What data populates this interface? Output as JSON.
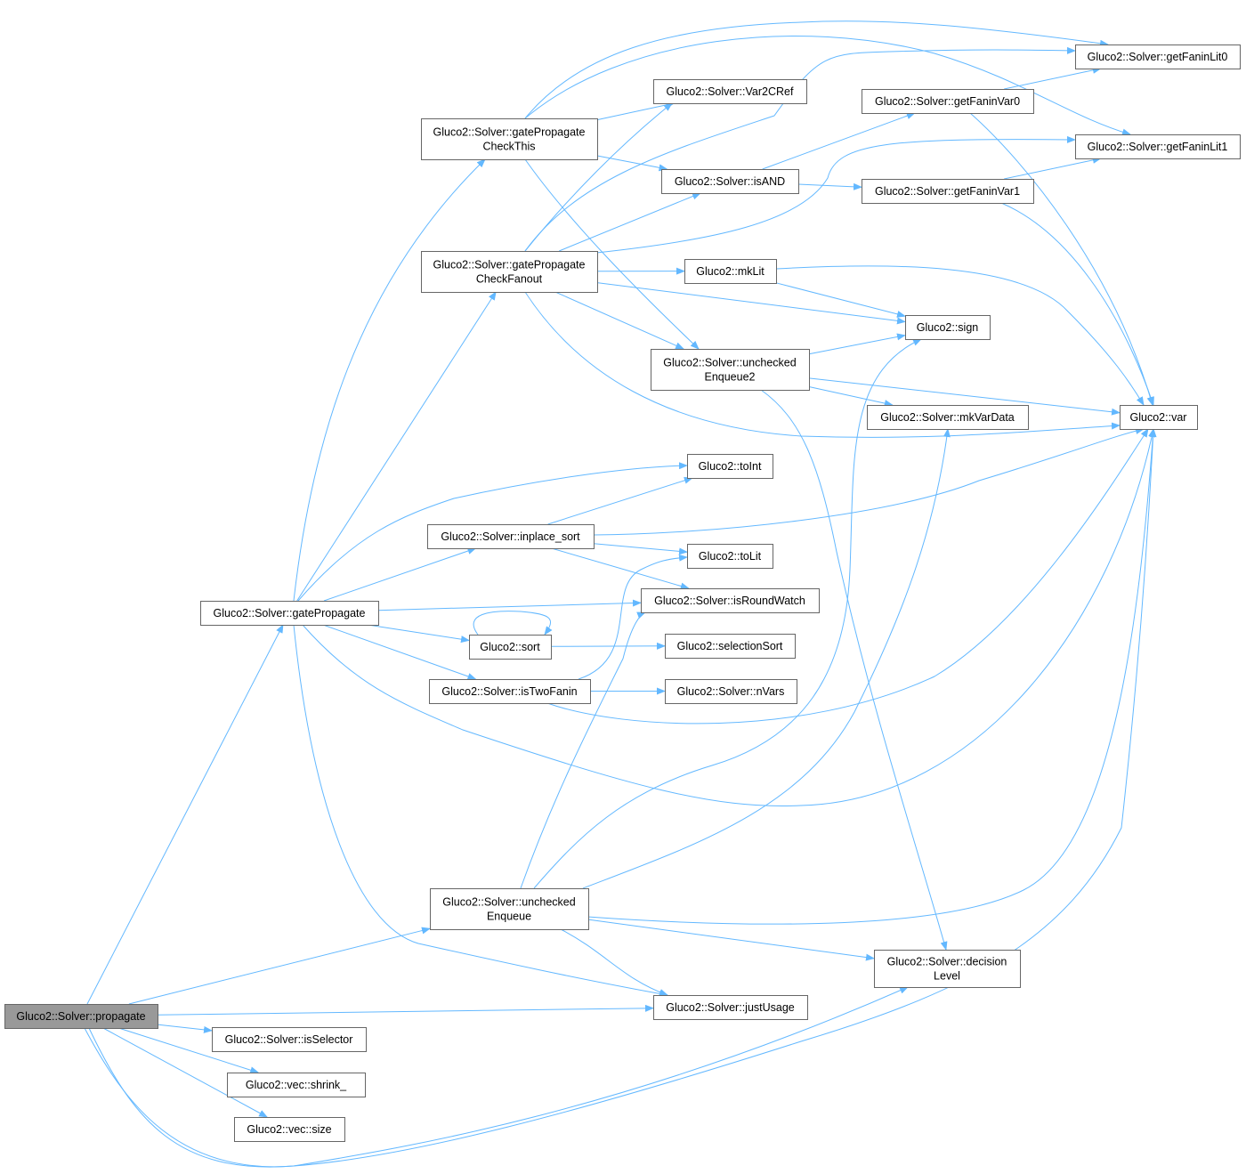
{
  "colors": {
    "edge": "#63b8ff",
    "node_border": "#666666",
    "root_fill": "#999999"
  },
  "nodes": [
    {
      "id": "propagate",
      "lines": [
        "Gluco2::Solver::propagate"
      ],
      "root": true
    },
    {
      "id": "gatePropagate",
      "lines": [
        "Gluco2::Solver::gatePropagate"
      ]
    },
    {
      "id": "gpCheckThis",
      "lines": [
        "Gluco2::Solver::gatePropagate",
        "CheckThis"
      ]
    },
    {
      "id": "gpCheckFanout",
      "lines": [
        "Gluco2::Solver::gatePropagate",
        "CheckFanout"
      ]
    },
    {
      "id": "uncheckedEnqueue",
      "lines": [
        "Gluco2::Solver::unchecked",
        "Enqueue"
      ]
    },
    {
      "id": "isSelector",
      "lines": [
        "Gluco2::Solver::isSelector"
      ]
    },
    {
      "id": "shrink",
      "lines": [
        "Gluco2::vec::shrink_"
      ]
    },
    {
      "id": "size",
      "lines": [
        "Gluco2::vec::size"
      ]
    },
    {
      "id": "inplaceSort",
      "lines": [
        "Gluco2::Solver::inplace_sort"
      ]
    },
    {
      "id": "sort",
      "lines": [
        "Gluco2::sort"
      ]
    },
    {
      "id": "isTwoFanin",
      "lines": [
        "Gluco2::Solver::isTwoFanin"
      ]
    },
    {
      "id": "var2CRef",
      "lines": [
        "Gluco2::Solver::Var2CRef"
      ]
    },
    {
      "id": "isAND",
      "lines": [
        "Gluco2::Solver::isAND"
      ]
    },
    {
      "id": "mkLit",
      "lines": [
        "Gluco2::mkLit"
      ]
    },
    {
      "id": "uncheckedEnqueue2",
      "lines": [
        "Gluco2::Solver::unchecked",
        "Enqueue2"
      ]
    },
    {
      "id": "toInt",
      "lines": [
        "Gluco2::toInt"
      ]
    },
    {
      "id": "toLit",
      "lines": [
        "Gluco2::toLit"
      ]
    },
    {
      "id": "isRoundWatch",
      "lines": [
        "Gluco2::Solver::isRoundWatch"
      ]
    },
    {
      "id": "selectionSort",
      "lines": [
        "Gluco2::selectionSort"
      ]
    },
    {
      "id": "nVars",
      "lines": [
        "Gluco2::Solver::nVars"
      ]
    },
    {
      "id": "justUsage",
      "lines": [
        "Gluco2::Solver::justUsage"
      ]
    },
    {
      "id": "getFaninVar0",
      "lines": [
        "Gluco2::Solver::getFaninVar0"
      ]
    },
    {
      "id": "getFaninVar1",
      "lines": [
        "Gluco2::Solver::getFaninVar1"
      ]
    },
    {
      "id": "sign",
      "lines": [
        "Gluco2::sign"
      ]
    },
    {
      "id": "mkVarData",
      "lines": [
        "Gluco2::Solver::mkVarData"
      ]
    },
    {
      "id": "decisionLevel",
      "lines": [
        "Gluco2::Solver::decision",
        "Level"
      ]
    },
    {
      "id": "getFaninLit0",
      "lines": [
        "Gluco2::Solver::getFaninLit0"
      ]
    },
    {
      "id": "getFaninLit1",
      "lines": [
        "Gluco2::Solver::getFaninLit1"
      ]
    },
    {
      "id": "var",
      "lines": [
        "Gluco2::var"
      ]
    }
  ],
  "edges": [
    [
      "propagate",
      "gatePropagate"
    ],
    [
      "propagate",
      "uncheckedEnqueue"
    ],
    [
      "propagate",
      "justUsage"
    ],
    [
      "propagate",
      "isSelector"
    ],
    [
      "propagate",
      "shrink"
    ],
    [
      "propagate",
      "size"
    ],
    [
      "propagate",
      "decisionLevel"
    ],
    [
      "propagate",
      "var"
    ],
    [
      "gatePropagate",
      "gpCheckThis"
    ],
    [
      "gatePropagate",
      "gpCheckFanout"
    ],
    [
      "gatePropagate",
      "inplaceSort"
    ],
    [
      "gatePropagate",
      "toInt"
    ],
    [
      "gatePropagate",
      "isRoundWatch"
    ],
    [
      "gatePropagate",
      "sort"
    ],
    [
      "gatePropagate",
      "isTwoFanin"
    ],
    [
      "gatePropagate",
      "var"
    ],
    [
      "gatePropagate",
      "justUsage"
    ],
    [
      "gpCheckThis",
      "var2CRef"
    ],
    [
      "gpCheckThis",
      "isAND"
    ],
    [
      "gpCheckThis",
      "uncheckedEnqueue2"
    ],
    [
      "gpCheckThis",
      "getFaninLit0"
    ],
    [
      "gpCheckThis",
      "getFaninLit1"
    ],
    [
      "gpCheckFanout",
      "var2CRef"
    ],
    [
      "gpCheckFanout",
      "isAND"
    ],
    [
      "gpCheckFanout",
      "mkLit"
    ],
    [
      "gpCheckFanout",
      "sign"
    ],
    [
      "gpCheckFanout",
      "uncheckedEnqueue2"
    ],
    [
      "gpCheckFanout",
      "getFaninLit0"
    ],
    [
      "gpCheckFanout",
      "getFaninLit1"
    ],
    [
      "gpCheckFanout",
      "var"
    ],
    [
      "inplaceSort",
      "toInt"
    ],
    [
      "inplaceSort",
      "toLit"
    ],
    [
      "inplaceSort",
      "isRoundWatch"
    ],
    [
      "inplaceSort",
      "var"
    ],
    [
      "sort",
      "sort"
    ],
    [
      "sort",
      "selectionSort"
    ],
    [
      "isTwoFanin",
      "toLit"
    ],
    [
      "isTwoFanin",
      "nVars"
    ],
    [
      "isTwoFanin",
      "var"
    ],
    [
      "isAND",
      "getFaninVar0"
    ],
    [
      "isAND",
      "getFaninVar1"
    ],
    [
      "getFaninVar0",
      "getFaninLit0"
    ],
    [
      "getFaninVar0",
      "var"
    ],
    [
      "getFaninVar1",
      "getFaninLit1"
    ],
    [
      "getFaninVar1",
      "var"
    ],
    [
      "mkLit",
      "sign"
    ],
    [
      "mkLit",
      "var"
    ],
    [
      "uncheckedEnqueue2",
      "sign"
    ],
    [
      "uncheckedEnqueue2",
      "mkVarData"
    ],
    [
      "uncheckedEnqueue2",
      "var"
    ],
    [
      "uncheckedEnqueue2",
      "decisionLevel"
    ],
    [
      "uncheckedEnqueue",
      "isRoundWatch"
    ],
    [
      "uncheckedEnqueue",
      "sign"
    ],
    [
      "uncheckedEnqueue",
      "mkVarData"
    ],
    [
      "uncheckedEnqueue",
      "var"
    ],
    [
      "uncheckedEnqueue",
      "decisionLevel"
    ],
    [
      "uncheckedEnqueue",
      "justUsage"
    ]
  ]
}
